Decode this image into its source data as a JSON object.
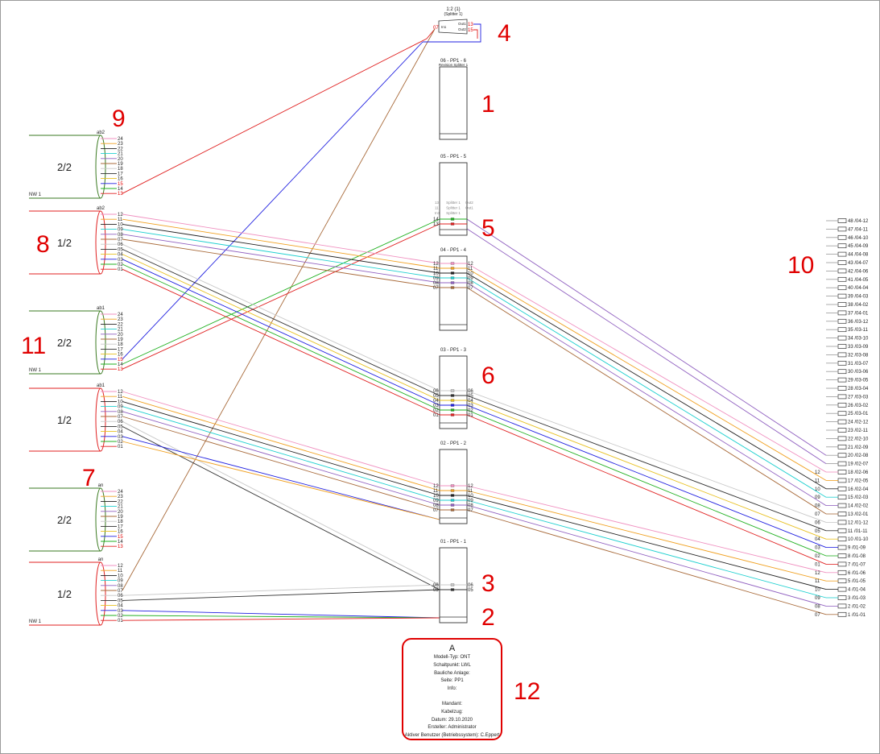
{
  "wire_colors": {
    "01": "#e02020",
    "02": "#20b020",
    "03": "#2020e0",
    "04": "#e8c020",
    "05": "#303030",
    "06": "#c8c8c8",
    "07": "#a86a3a",
    "08": "#9060c0",
    "09": "#20d0d0",
    "10": "#202020",
    "11": "#f0a020",
    "12": "#f090c0"
  },
  "annotation_color": "#e00000",
  "annotations": [
    "1",
    "2",
    "3",
    "4",
    "5",
    "6",
    "7",
    "8",
    "9",
    "10",
    "11",
    "12"
  ],
  "cables": [
    {
      "id": "c1",
      "tag": "ab2",
      "fraction": "2/2",
      "nw": "NW 1",
      "outline": "#3a7a20",
      "fibers": [
        "24",
        "23",
        "22",
        "21",
        "20",
        "19",
        "18",
        "17",
        "16",
        "15",
        "14",
        "13"
      ]
    },
    {
      "id": "c2",
      "tag": "ab2",
      "fraction": "1/2",
      "nw": "",
      "outline": "#e02020",
      "fibers": [
        "12",
        "11",
        "10",
        "09",
        "08",
        "07",
        "06",
        "05",
        "04",
        "03",
        "02",
        "01"
      ]
    },
    {
      "id": "c3",
      "tag": "ab1",
      "fraction": "2/2",
      "nw": "NW 1",
      "outline": "#3a7a20",
      "fibers": [
        "24",
        "23",
        "22",
        "21",
        "20",
        "19",
        "18",
        "17",
        "16",
        "15",
        "14",
        "13"
      ]
    },
    {
      "id": "c4",
      "tag": "ab1",
      "fraction": "1/2",
      "nw": "",
      "outline": "#e02020",
      "fibers": [
        "12",
        "11",
        "10",
        "09",
        "08",
        "07",
        "06",
        "05",
        "04",
        "03",
        "02",
        "01"
      ]
    },
    {
      "id": "c5",
      "tag": "an",
      "fraction": "2/2",
      "nw": "",
      "outline": "#3a7a20",
      "fibers": [
        "24",
        "23",
        "22",
        "21",
        "20",
        "19",
        "18",
        "17",
        "16",
        "15",
        "14",
        "13"
      ]
    },
    {
      "id": "c6",
      "tag": "an",
      "fraction": "1/2",
      "nw": "NW 1",
      "outline": "#e02020",
      "fibers": [
        "12",
        "11",
        "10",
        "09",
        "08",
        "07",
        "06",
        "05",
        "04",
        "03",
        "02",
        "01"
      ]
    }
  ],
  "splitter": {
    "title": "1:2 (1)",
    "subtitle": "(Splitter 1)",
    "in_label": "In1",
    "out_labels": [
      "Out1",
      "Out2"
    ],
    "port_in": "07",
    "port_out": [
      "13",
      "15"
    ]
  },
  "panels": [
    {
      "id": "p6",
      "title": "06 - PP1 - 6",
      "subtitle": "Revision Splitter 1",
      "ports": []
    },
    {
      "id": "p5",
      "title": "05 - PP1 - 5",
      "subtitle": "",
      "ports": [
        "14",
        "13"
      ],
      "splitter_rows": [
        {
          "left": "13",
          "mid": "Splitter 1",
          "right": "Out2"
        },
        {
          "left": "11",
          "mid": "Splitter 1",
          "right": "Out1"
        },
        {
          "left": "In1",
          "mid": "Splitter 1",
          "right": ""
        }
      ]
    },
    {
      "id": "p4",
      "title": "04 - PP1 - 4",
      "subtitle": "",
      "ports": [
        "12",
        "11",
        "10",
        "09",
        "08",
        "07"
      ]
    },
    {
      "id": "p3",
      "title": "03 - PP1 - 3",
      "subtitle": "",
      "ports": [
        "06",
        "05",
        "04",
        "03",
        "02",
        "01"
      ]
    },
    {
      "id": "p2",
      "title": "02 - PP1 - 2",
      "subtitle": "",
      "ports": [
        "12",
        "11",
        "10",
        "09",
        "08",
        "07"
      ]
    },
    {
      "id": "p1",
      "title": "01 - PP1 - 1",
      "subtitle": "",
      "ports": [
        "06",
        "05"
      ]
    }
  ],
  "outputs": [
    {
      "fiber": "",
      "label": "48 /04-12"
    },
    {
      "fiber": "",
      "label": "47 /04-11"
    },
    {
      "fiber": "",
      "label": "46 /04-10"
    },
    {
      "fiber": "",
      "label": "45 /04-09"
    },
    {
      "fiber": "",
      "label": "44 /04-08"
    },
    {
      "fiber": "",
      "label": "43 /04-07"
    },
    {
      "fiber": "",
      "label": "42 /04-06"
    },
    {
      "fiber": "",
      "label": "41 /04-05"
    },
    {
      "fiber": "",
      "label": "40 /04-04"
    },
    {
      "fiber": "",
      "label": "39 /04-03"
    },
    {
      "fiber": "",
      "label": "38 /04-02"
    },
    {
      "fiber": "",
      "label": "37 /04-01"
    },
    {
      "fiber": "",
      "label": "36 /03-12"
    },
    {
      "fiber": "",
      "label": "35 /03-11"
    },
    {
      "fiber": "",
      "label": "34 /03-10"
    },
    {
      "fiber": "",
      "label": "33 /03-09"
    },
    {
      "fiber": "",
      "label": "32 /03-08"
    },
    {
      "fiber": "",
      "label": "31 /03-07"
    },
    {
      "fiber": "",
      "label": "30 /03-06"
    },
    {
      "fiber": "",
      "label": "29 /03-05"
    },
    {
      "fiber": "",
      "label": "28 /03-04"
    },
    {
      "fiber": "",
      "label": "27 /03-03"
    },
    {
      "fiber": "",
      "label": "26 /03-02"
    },
    {
      "fiber": "",
      "label": "25 /03-01"
    },
    {
      "fiber": "",
      "label": "24 /02-12"
    },
    {
      "fiber": "",
      "label": "23 /02-11"
    },
    {
      "fiber": "",
      "label": "22 /02-10"
    },
    {
      "fiber": "",
      "label": "21 /02-09"
    },
    {
      "fiber": "",
      "label": "20 /02-08"
    },
    {
      "fiber": "",
      "label": "19 /02-07"
    },
    {
      "fiber": "12",
      "label": "18 /02-06"
    },
    {
      "fiber": "11",
      "label": "17 /02-05"
    },
    {
      "fiber": "10",
      "label": "16 /02-04"
    },
    {
      "fiber": "09",
      "label": "15 /02-03"
    },
    {
      "fiber": "08",
      "label": "14 /02-02"
    },
    {
      "fiber": "07",
      "label": "13 /02-01"
    },
    {
      "fiber": "06",
      "label": "12 /01-12"
    },
    {
      "fiber": "05",
      "label": "11 /01-11"
    },
    {
      "fiber": "04",
      "label": "10 /01-10"
    },
    {
      "fiber": "03",
      "label": "9 /01-09"
    },
    {
      "fiber": "02",
      "label": "8 /01-08"
    },
    {
      "fiber": "01",
      "label": "7 /01-07"
    },
    {
      "fiber": "12",
      "label": "6 /01-06"
    },
    {
      "fiber": "11",
      "label": "5 /01-05"
    },
    {
      "fiber": "10",
      "label": "4 /01-04"
    },
    {
      "fiber": "09",
      "label": "3 /01-03"
    },
    {
      "fiber": "08",
      "label": "2 /01-02"
    },
    {
      "fiber": "07",
      "label": "1 /01-01"
    }
  ],
  "infobox": {
    "title": "A",
    "lines": [
      "Modell-Typ: ONT",
      "Schaltpunkt: LWL",
      "Bauliche Anlage:",
      "Seite: PP1",
      "Info:",
      "",
      "Mandant:",
      "Kabelzug:",
      "Datum: 29.10.2020",
      "Ersteller: Administrator",
      "Aktiver Benutzer (Betriebssystem): C.Eppert"
    ]
  }
}
